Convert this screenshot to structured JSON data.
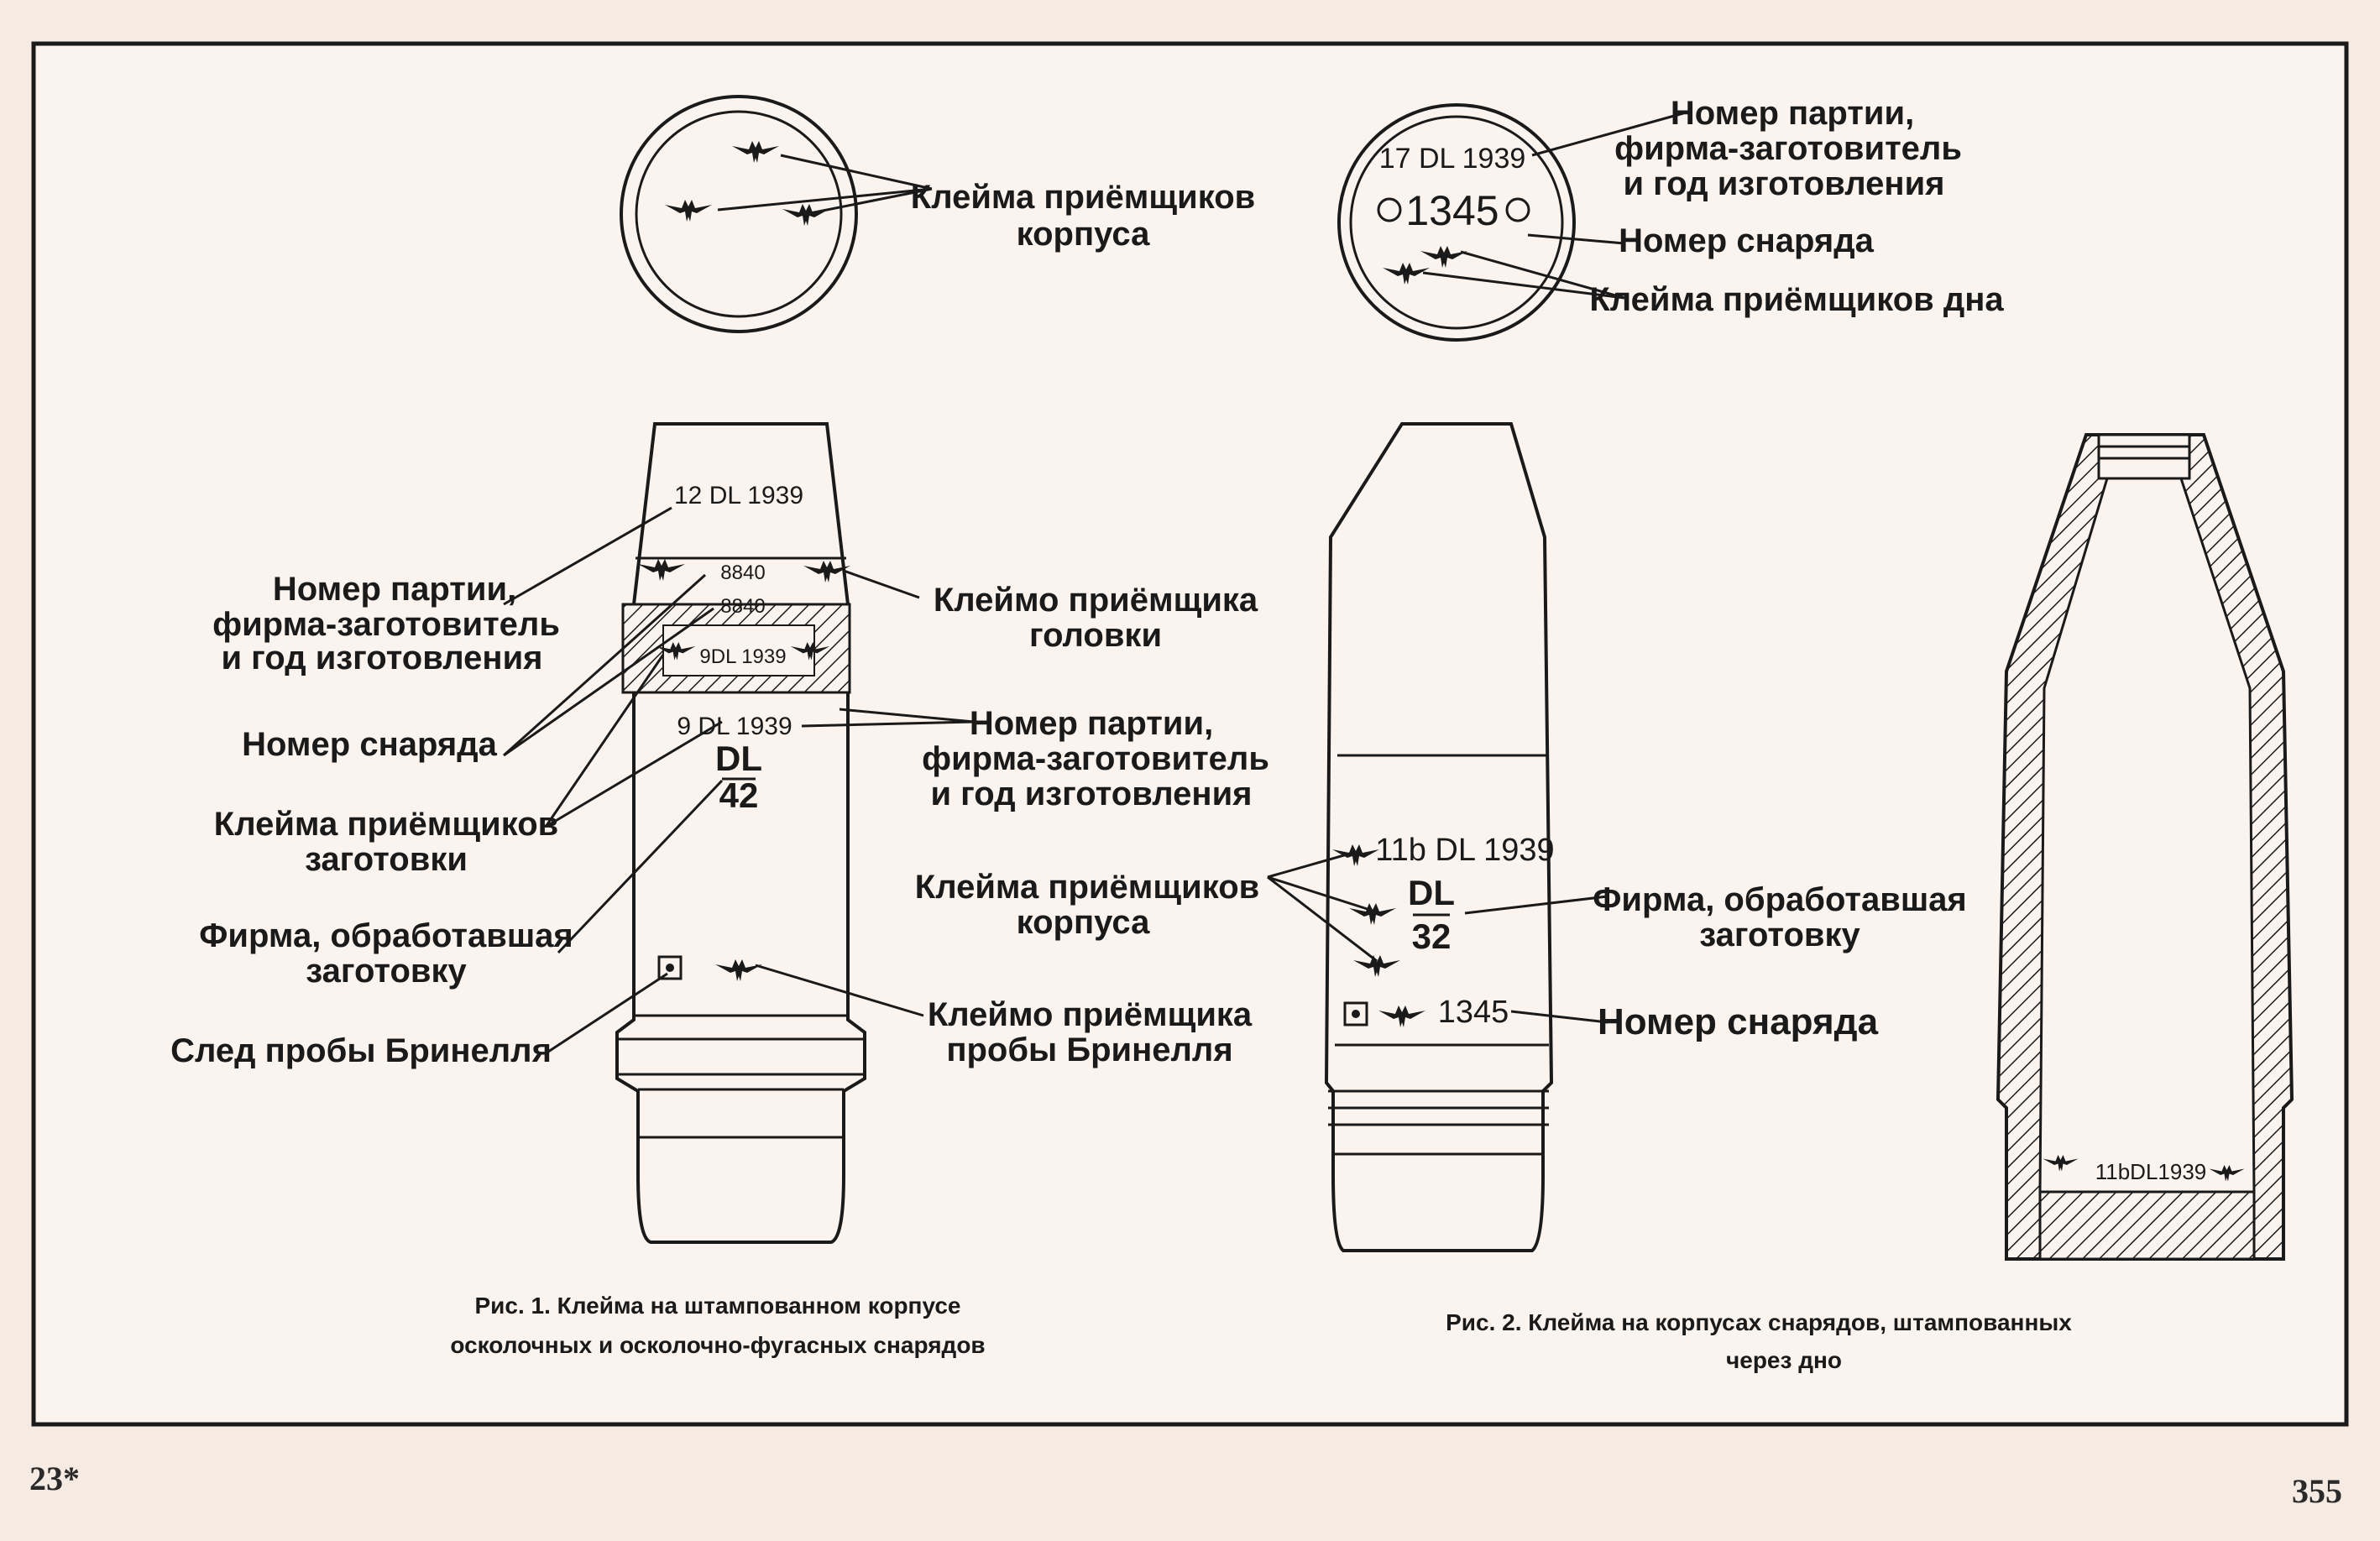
{
  "page_number_left": "23*",
  "page_number_right": "355",
  "fig1": {
    "top_marks_label": [
      "Клейма приёмщиков",
      "корпуса"
    ],
    "marks": {
      "lot_top": "12 DL 1939",
      "shell_no_a": "8840",
      "shell_no_b": "8840",
      "lot_mid": "9DL 1939",
      "lot_low": "9 DL 1939",
      "firm_top": "DL",
      "firm_bottom": "42"
    },
    "left_labels": {
      "lot": [
        "Номер партии,",
        "фирма-заготовитель",
        "и год изготовления"
      ],
      "shell_no": "Номер снаряда",
      "blank_marks": [
        "Клейма приёмщиков",
        "заготовки"
      ],
      "firm": [
        "Фирма, обработавшая",
        "заготовку"
      ],
      "brinell": "След пробы Бринелля"
    },
    "right_labels": {
      "head": [
        "Клеймо приёмщика",
        "головки"
      ],
      "lot": [
        "Номер партии,",
        "фирма-заготовитель",
        "и год изготовления"
      ],
      "brinell": [
        "Клеймо приёмщика",
        "пробы Бринелля"
      ]
    },
    "caption": [
      "Рис. 1. Клейма на штампованном корпусе",
      "осколочных и осколочно-фугасных снарядов"
    ]
  },
  "fig2": {
    "base": {
      "lot": "17 DL 1939",
      "shell_no": "1345"
    },
    "top_labels": {
      "lot": [
        "Номер партии,",
        "фирма-заготовитель",
        "и год изготовления"
      ],
      "shell_no": "Номер снаряда",
      "base_marks": "Клейма приёмщиков дна"
    },
    "marks": {
      "lot": "11b DL 1939",
      "firm_top": "DL",
      "firm_bottom": "32",
      "shell_no": "1345",
      "section_lot": "11bDL1939"
    },
    "left_labels": {
      "body_marks": [
        "Клейма приёмщиков",
        "корпуса"
      ]
    },
    "right_labels": {
      "firm": [
        "Фирма, обработавшая",
        "заготовку"
      ],
      "shell_no": "Номер снаряда"
    },
    "caption": [
      "Рис. 2. Клейма на корпусах снарядов, штампованных",
      "через дно"
    ]
  }
}
